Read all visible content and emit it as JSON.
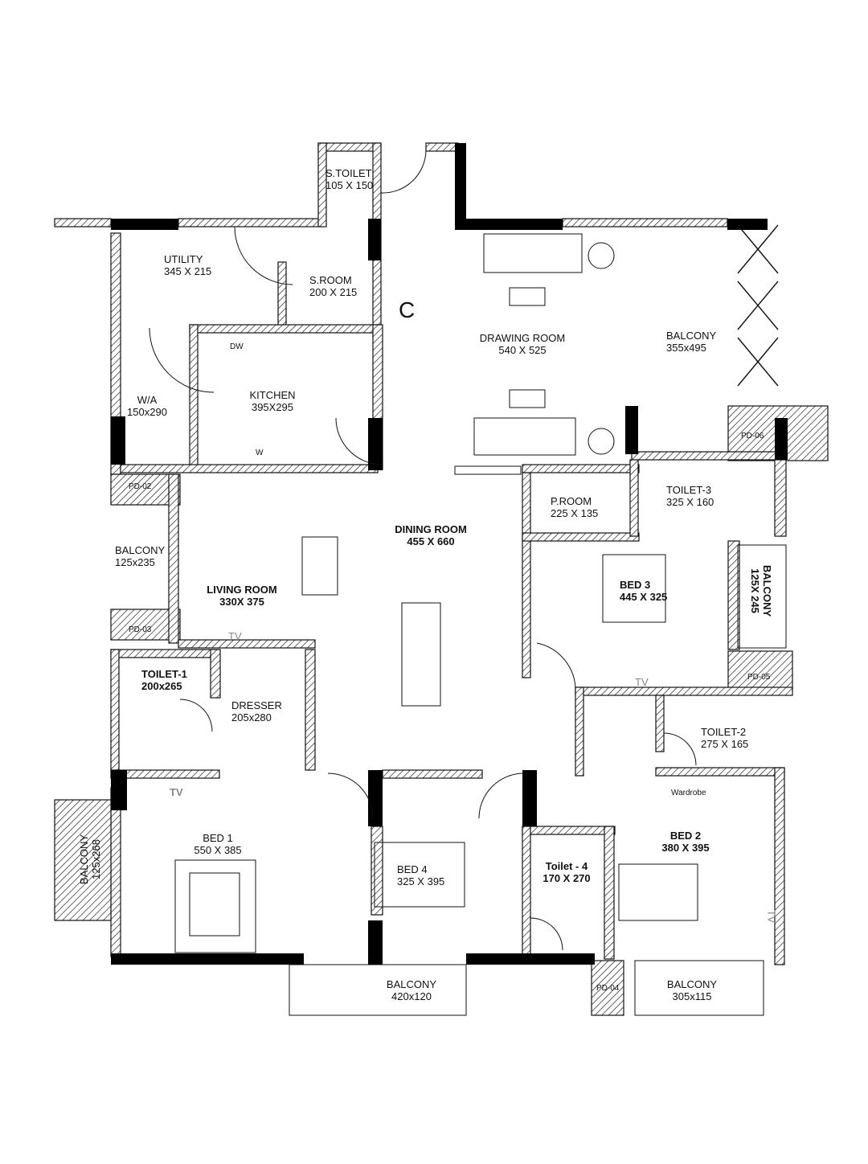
{
  "rooms": {
    "s_toilet": {
      "name": "S.TOILET",
      "size": "105 X 150"
    },
    "utility": {
      "name": "UTILITY",
      "size": "345 X 215"
    },
    "s_room": {
      "name": "S.ROOM",
      "size": "200 X 215"
    },
    "core": {
      "name": "C"
    },
    "drawing_room": {
      "name": "DRAWING ROOM",
      "size": "540 X 525"
    },
    "balcony_drawing": {
      "name": "BALCONY",
      "size": "355x495"
    },
    "wa": {
      "name": "W/A",
      "size": "150x290"
    },
    "kitchen": {
      "name": "KITCHEN",
      "size": "395X295"
    },
    "toilet_3": {
      "name": "TOILET-3",
      "size": "325 X 160"
    },
    "p_room": {
      "name": "P.ROOM",
      "size": "225 X 135"
    },
    "dining_room": {
      "name": "DINING ROOM",
      "size": "455 X 660"
    },
    "balcony_living": {
      "name": "BALCONY",
      "size": "125x235"
    },
    "bed_3": {
      "name": "BED 3",
      "size": "445 X 325"
    },
    "balcony_bed3": {
      "name": "BALCONY",
      "size": "125X 245"
    },
    "living_room": {
      "name": "LIVING ROOM",
      "size": "330X 375"
    },
    "toilet_1": {
      "name": "TOILET-1",
      "size": "200x265"
    },
    "dresser": {
      "name": "DRESSER",
      "size": "205x280"
    },
    "toilet_2": {
      "name": "TOILET-2",
      "size": "275 X 165"
    },
    "bed_1": {
      "name": "BED 1",
      "size": "550 X 385"
    },
    "bed_2": {
      "name": "BED 2",
      "size": "380 X 395"
    },
    "bed_4": {
      "name": "BED 4",
      "size": "325 X 395"
    },
    "toilet_4": {
      "name": "Toilet - 4",
      "size": "170 X 270"
    },
    "balcony_bed1": {
      "name": "BALCONY",
      "size": "125x268"
    },
    "balcony_bed4": {
      "name": "BALCONY",
      "size": "420x120"
    },
    "balcony_bed2": {
      "name": "BALCONY",
      "size": "305x115"
    }
  },
  "ducts": [
    "PD-06",
    "PD-02",
    "PD-03",
    "PD-05",
    "PD-04"
  ],
  "fixtures": {
    "tv": "TV",
    "wardrobe": "Wardrobe",
    "dishwasher": "DW",
    "washer": "W"
  }
}
